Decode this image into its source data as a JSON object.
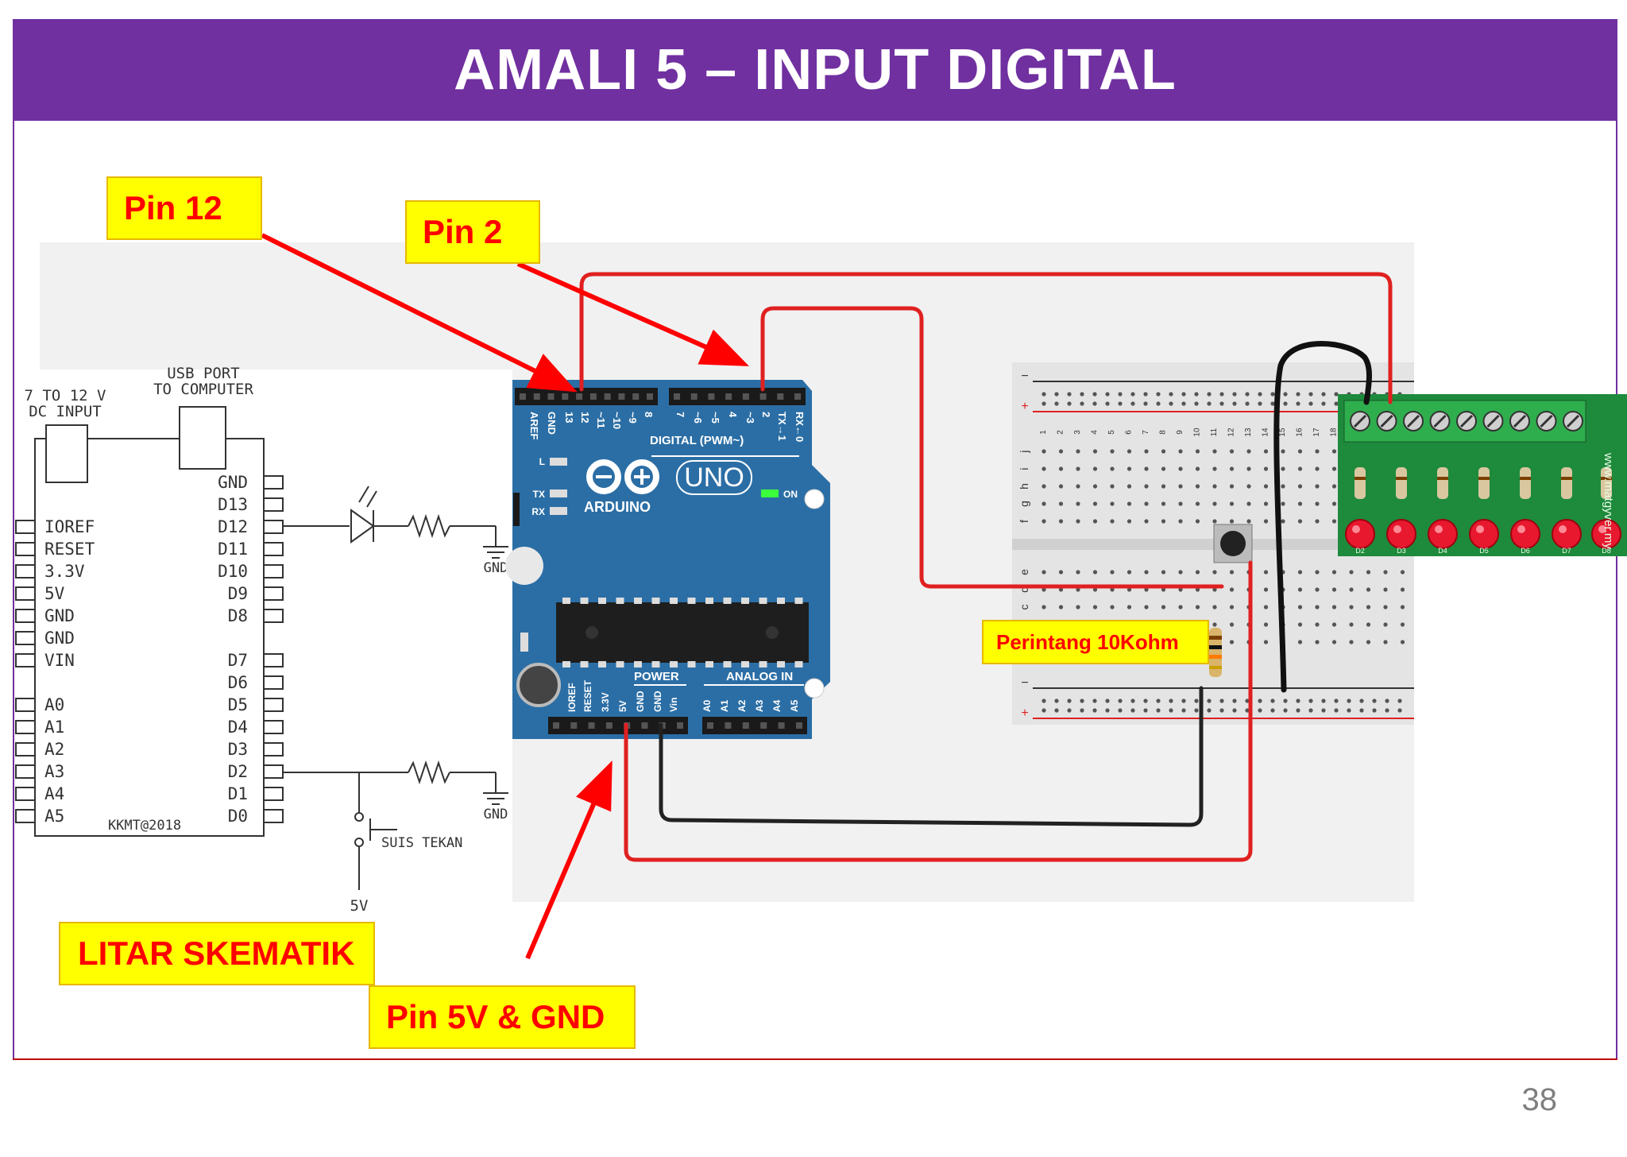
{
  "slide": {
    "title": "AMALI 5 – INPUT DIGITAL",
    "page_number": "38"
  },
  "callouts": {
    "pin12": "Pin 12",
    "pin2": "Pin 2",
    "pin5v_gnd": "Pin 5V & GND",
    "schematic": "LITAR SKEMATIK",
    "resistor": "Perintang 10Kohm"
  },
  "schematic": {
    "dc_input_line1": "7 TO 12 V",
    "dc_input_line2": "DC INPUT",
    "usb_line1": "USB PORT",
    "usb_line2": "TO COMPUTER",
    "left_pins": [
      "IOREF",
      "RESET",
      "3.3V",
      "5V",
      "GND",
      "GND",
      "VIN",
      "A0",
      "A1",
      "A2",
      "A3",
      "A4",
      "A5"
    ],
    "right_pins": [
      "GND",
      "D13",
      "D12",
      "D11",
      "D10",
      "D9",
      "D8",
      "D7",
      "D6",
      "D5",
      "D4",
      "D3",
      "D2",
      "D1",
      "D0"
    ],
    "credit": "KKMT@2018",
    "gnd_label_1": "GND",
    "gnd_label_2": "GND",
    "switch_label": "SUIS TEKAN",
    "supply_label": "5V"
  },
  "arduino": {
    "digital_label": "DIGITAL (PWM~)",
    "brand": "ARDUINO",
    "model": "UNO",
    "on_label": "ON",
    "tx_label": "TX",
    "rx_label": "RX",
    "l_label": "L",
    "power_label": "POWER",
    "analog_label": "ANALOG IN",
    "top_pins": [
      "AREF",
      "GND",
      "13",
      "12",
      "~11",
      "~10",
      "~9",
      "8",
      "7",
      "~6",
      "~5",
      "4",
      "~3",
      "2",
      "TX→1",
      "RX←0"
    ],
    "bottom_pins": [
      "IOREF",
      "RESET",
      "3.3V",
      "5V",
      "GND",
      "GND",
      "Vin",
      "A0",
      "A1",
      "A2",
      "A3",
      "A4",
      "A5"
    ]
  },
  "breadboard": {
    "minus": "−",
    "plus": "+",
    "row_letters_top": [
      "j",
      "i",
      "h",
      "g",
      "f"
    ],
    "row_letters_bottom": [
      "e",
      "d",
      "c"
    ],
    "column_numbers": [
      "1",
      "2",
      "3",
      "4",
      "5",
      "6",
      "7",
      "8",
      "9",
      "10",
      "11",
      "12",
      "13",
      "14",
      "15",
      "16",
      "17",
      "18"
    ]
  },
  "led_module": {
    "website": "www.matgyver.my",
    "led_labels": [
      "D2",
      "D3",
      "D4",
      "D5",
      "D6",
      "D7",
      "D8"
    ]
  },
  "colors": {
    "title_bg": "#7030a0",
    "callout_bg": "#ffff00",
    "callout_text": "#ff0000",
    "arrow": "#ff0000",
    "arduino_blue": "#2b6ea5",
    "wire_red": "#e02020",
    "wire_black": "#1a1a1a",
    "module_green": "#1e8a3c"
  }
}
